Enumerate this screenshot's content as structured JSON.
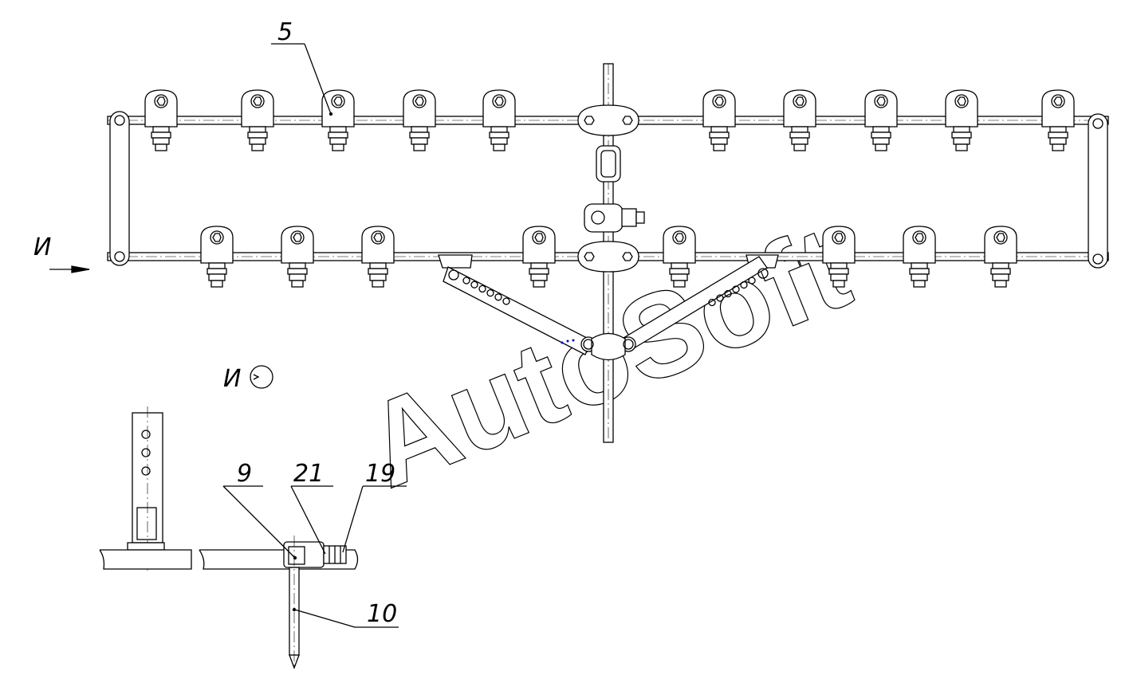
{
  "colors": {
    "ink": "#000000",
    "paper": "#ffffff",
    "marker": "#0000cc"
  },
  "view_label": "И",
  "detail_label": "И",
  "callouts": {
    "part_5": "5",
    "part_9": "9",
    "part_21": "21",
    "part_19": "19",
    "part_10": "10"
  },
  "watermark": "AutoSoft"
}
